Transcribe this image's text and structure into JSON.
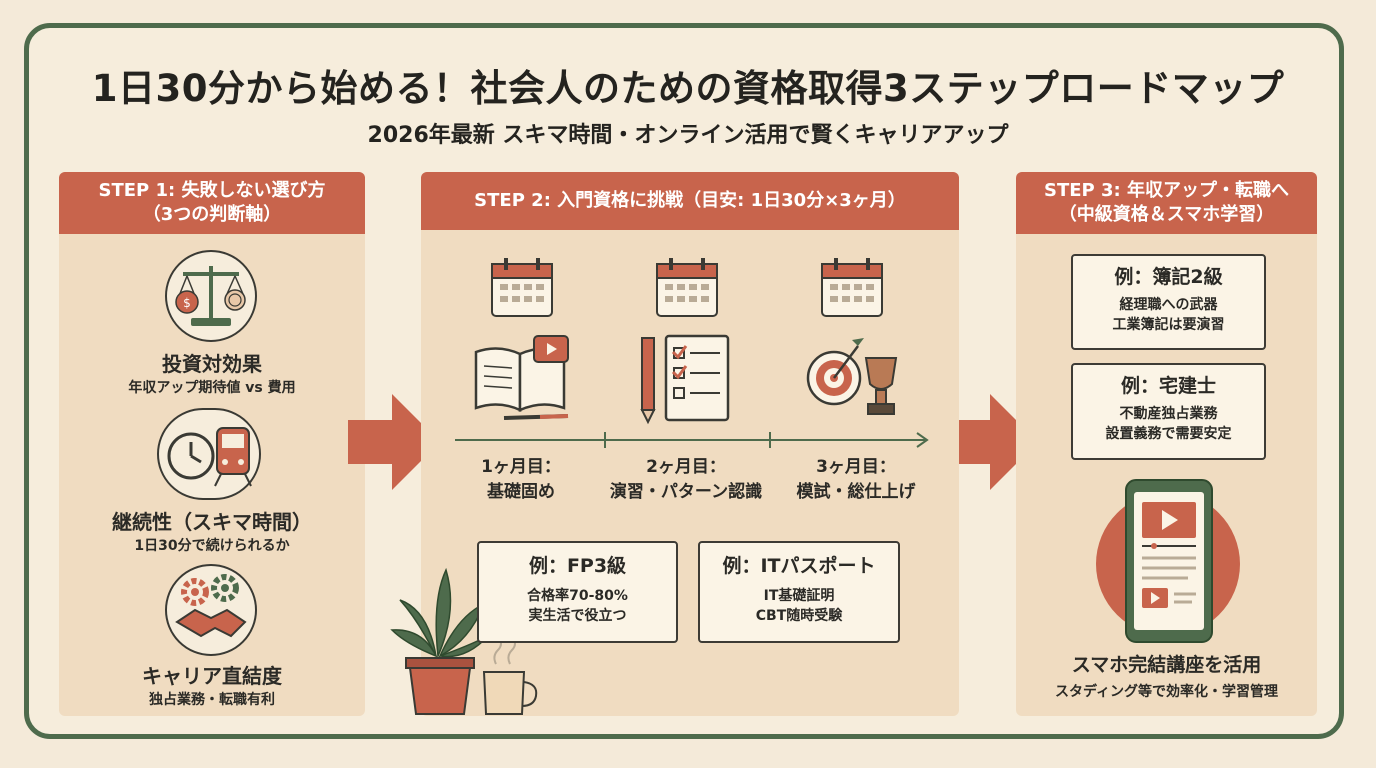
{
  "title": "1日30分から始める！社会人のための資格取得3ステップロードマップ",
  "subtitle": "2026年最新 スキマ時間・オンライン活用で賢くキャリアアップ",
  "step1": {
    "head_line1": "STEP 1: 失敗しない選び方",
    "head_line2": "（3つの判断軸）",
    "items": [
      {
        "label": "投資対効果",
        "sub": "年収アップ期待値 vs 費用",
        "icon": "scale-icon"
      },
      {
        "label": "継続性（スキマ時間）",
        "sub": "1日30分で続けられるか",
        "icon": "clock-train-icon"
      },
      {
        "label": "キャリア直結度",
        "sub": "独占業務・転職有利",
        "icon": "gears-handshake-icon"
      }
    ]
  },
  "step2": {
    "head": "STEP 2: 入門資格に挑戦（目安: 1日30分×3ヶ月）",
    "phases": [
      {
        "label": "1ヶ月目：",
        "sub": "基礎固め",
        "icon": "book-video-icon"
      },
      {
        "label": "2ヶ月目：",
        "sub": "演習・パターン認識",
        "icon": "checklist-pencil-icon"
      },
      {
        "label": "3ヶ月目：",
        "sub": "模試・総仕上げ",
        "icon": "target-trophy-icon"
      }
    ],
    "examples": [
      {
        "title": "例：FP3級",
        "line1": "合格率70-80%",
        "line2": "実生活で役立つ"
      },
      {
        "title": "例：ITパスポート",
        "line1": "IT基礎証明",
        "line2": "CBT随時受験"
      }
    ]
  },
  "step3": {
    "head_line1": "STEP 3: 年収アップ・転職へ",
    "head_line2": "（中級資格＆スマホ学習）",
    "examples": [
      {
        "title": "例：簿記2級",
        "line1": "経理職への武器",
        "line2": "工業簿記は要演習"
      },
      {
        "title": "例：宅建士",
        "line1": "不動産独占業務",
        "line2": "設置義務で需要安定"
      }
    ],
    "mobile_label": "スマホ完結講座を活用",
    "mobile_sub": "スタディング等で効率化・学習管理"
  },
  "colors": {
    "accent": "#c8644c",
    "frame": "#4e6b4c",
    "panel": "#f0dcc1",
    "background": "#f6eddc"
  }
}
